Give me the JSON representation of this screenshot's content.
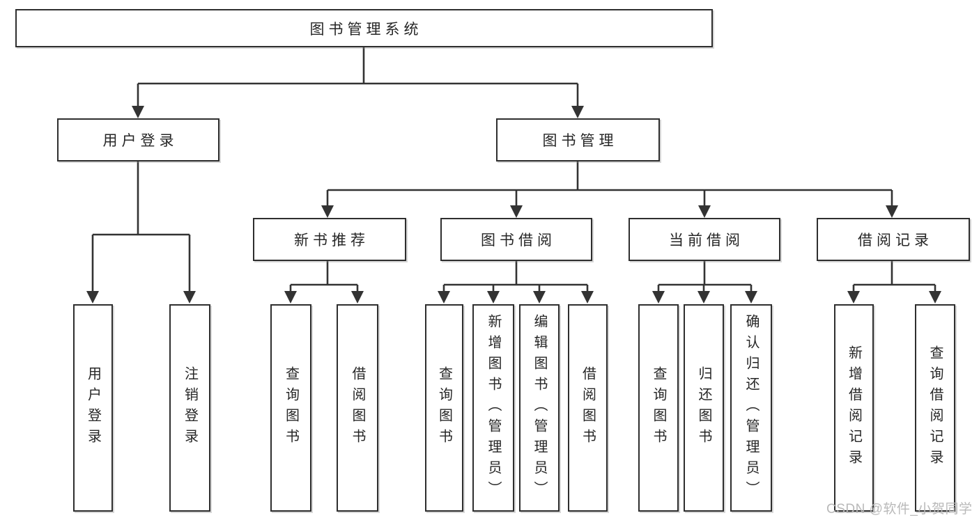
{
  "diagram_title": "图书管理系统",
  "nodes": {
    "root": "图书管理系统",
    "user_login": "用户登录",
    "book_mgmt": "图书管理",
    "new_books": "新书推荐",
    "book_borrow": "图书借阅",
    "current_borrow": "当前借阅",
    "borrow_records": "借阅记录"
  },
  "leaves": [
    "用户登录",
    "注销登录",
    "查询图书",
    "借阅图书",
    "查询图书",
    "新增图书（管理员）",
    "编辑图书（管理员）",
    "借阅图书",
    "查询图书",
    "归还图书",
    "确认归还（管理员）",
    "新增借阅记录",
    "查询借阅记录"
  ],
  "watermark": "CSDN @软件_小贺同学",
  "colors": {
    "line": "#333333",
    "box_border": "#2e2e2e",
    "box_fill": "#ffffff",
    "text": "#262626",
    "watermark": "#b9b9b9",
    "background": "#ffffff"
  }
}
